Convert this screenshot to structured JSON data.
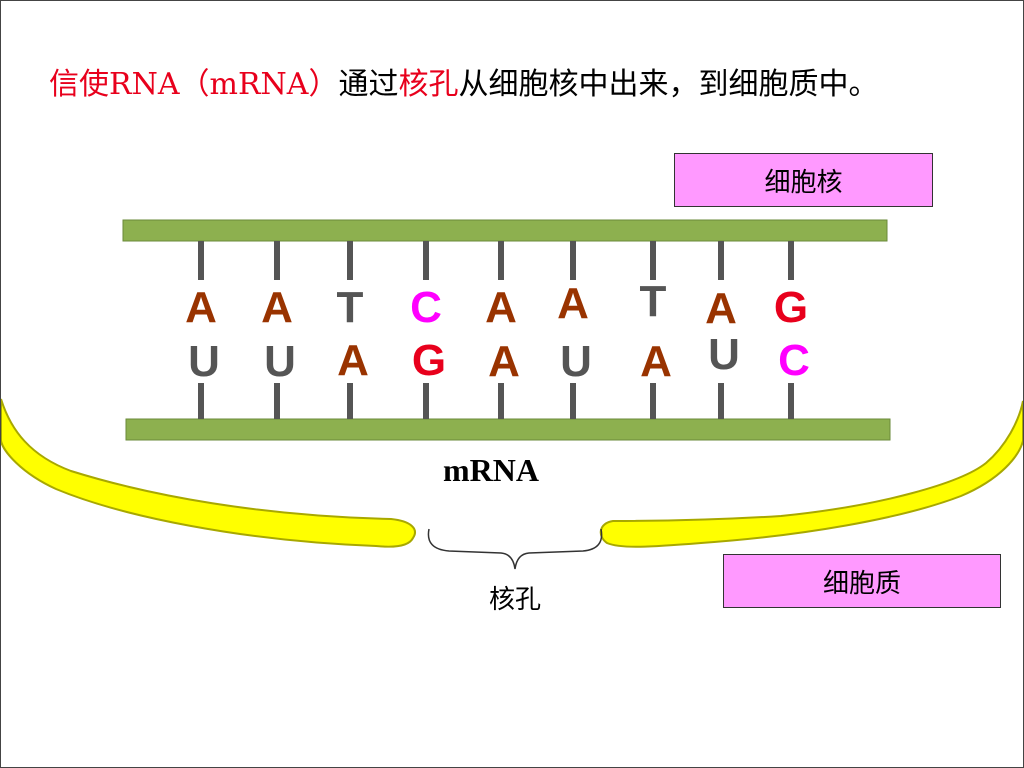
{
  "title": {
    "part1": "信使RNA（mRNA）",
    "part2": "通过",
    "part3": "核孔",
    "part4": "从细胞核中出来，到细胞质中。"
  },
  "labels": {
    "nucleus": "细胞核",
    "cytoplasm": "细胞质",
    "mrna": "mRNA",
    "nuclear_pore": "核孔"
  },
  "base_pairs": [
    {
      "top": "A",
      "top_color": "#993300",
      "bottom": "U",
      "bottom_color": "#555555"
    },
    {
      "top": "A",
      "top_color": "#993300",
      "bottom": "U",
      "bottom_color": "#555555"
    },
    {
      "top": "T",
      "top_color": "#555555",
      "bottom": "A",
      "bottom_color": "#993300"
    },
    {
      "top": "C",
      "top_color": "#ff00ff",
      "bottom": "G",
      "bottom_color": "#e8001c"
    },
    {
      "top": "A",
      "top_color": "#993300",
      "bottom": "A",
      "bottom_color": "#993300"
    },
    {
      "top": "A",
      "top_color": "#993300",
      "bottom": "U",
      "bottom_color": "#555555"
    },
    {
      "top": "T",
      "top_color": "#555555",
      "bottom": "A",
      "bottom_color": "#993300"
    },
    {
      "top": "A",
      "top_color": "#993300",
      "bottom": "U",
      "bottom_color": "#555555"
    },
    {
      "top": "G",
      "top_color": "#e8001c",
      "bottom": "C",
      "bottom_color": "#ff00ff"
    }
  ],
  "colors": {
    "strand": "#8db04f",
    "membrane": "#ffff00",
    "membrane_outline": "#a8a800",
    "label_box": "#ff99ff",
    "highlight_text": "#e8001c"
  }
}
